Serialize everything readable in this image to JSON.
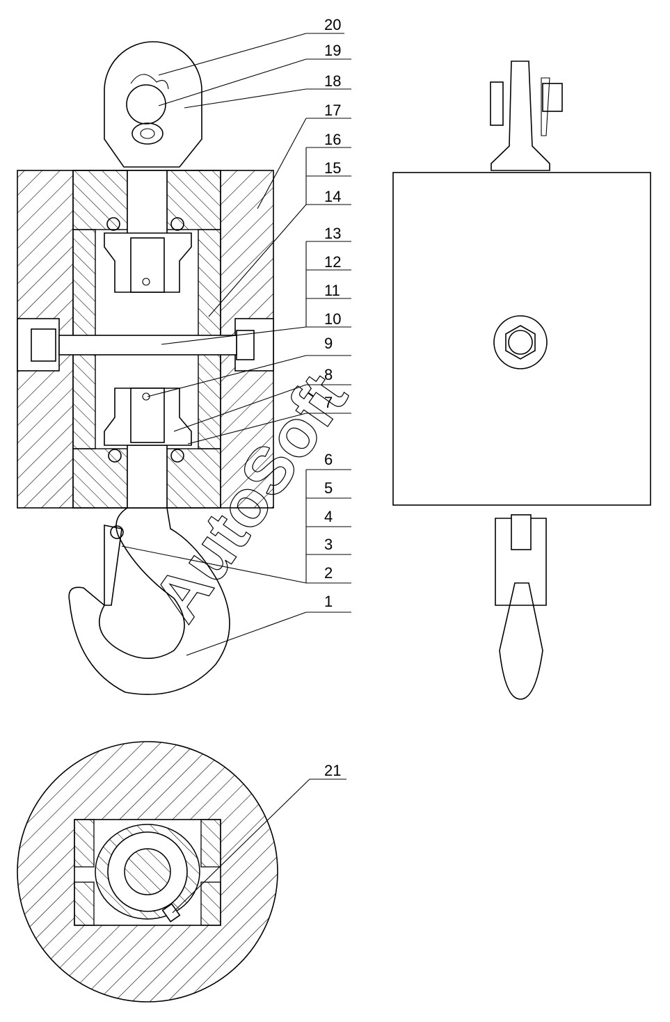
{
  "parts": [
    {
      "num": "20"
    },
    {
      "num": "19"
    },
    {
      "num": "18"
    },
    {
      "num": "17"
    },
    {
      "num": "16"
    },
    {
      "num": "15"
    },
    {
      "num": "14"
    },
    {
      "num": "13"
    },
    {
      "num": "12"
    },
    {
      "num": "11"
    },
    {
      "num": "10"
    },
    {
      "num": "9"
    },
    {
      "num": "8"
    },
    {
      "num": "7"
    },
    {
      "num": "6"
    },
    {
      "num": "5"
    },
    {
      "num": "4"
    },
    {
      "num": "3"
    },
    {
      "num": "2"
    },
    {
      "num": "1"
    },
    {
      "num": "21"
    }
  ],
  "watermark": "AutoSoft"
}
